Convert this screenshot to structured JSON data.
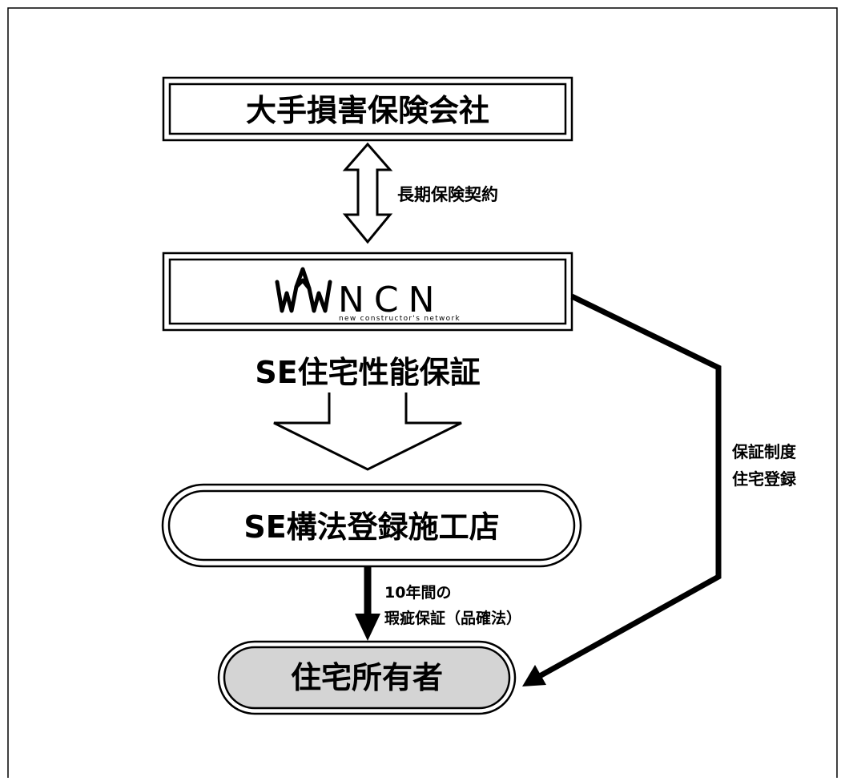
{
  "insurer": {
    "label": "大手損害保険会社"
  },
  "insurance_link": {
    "label": "長期保険契約"
  },
  "ncn": {
    "logo_text": "NCN",
    "tagline": "new constructor's network",
    "guarantee_label": "SE住宅性能保証"
  },
  "contractor": {
    "label": "SE構法登録施工店"
  },
  "defect_warranty": {
    "line1": "10年間の",
    "line2": "瑕疵保証（品確法）"
  },
  "registration": {
    "line1": "保証制度",
    "line2": "住宅登録"
  },
  "owner": {
    "label": "住宅所有者"
  },
  "colors": {
    "line": "#000000",
    "owner_fill": "#d4d4d4",
    "background": "#ffffff"
  }
}
